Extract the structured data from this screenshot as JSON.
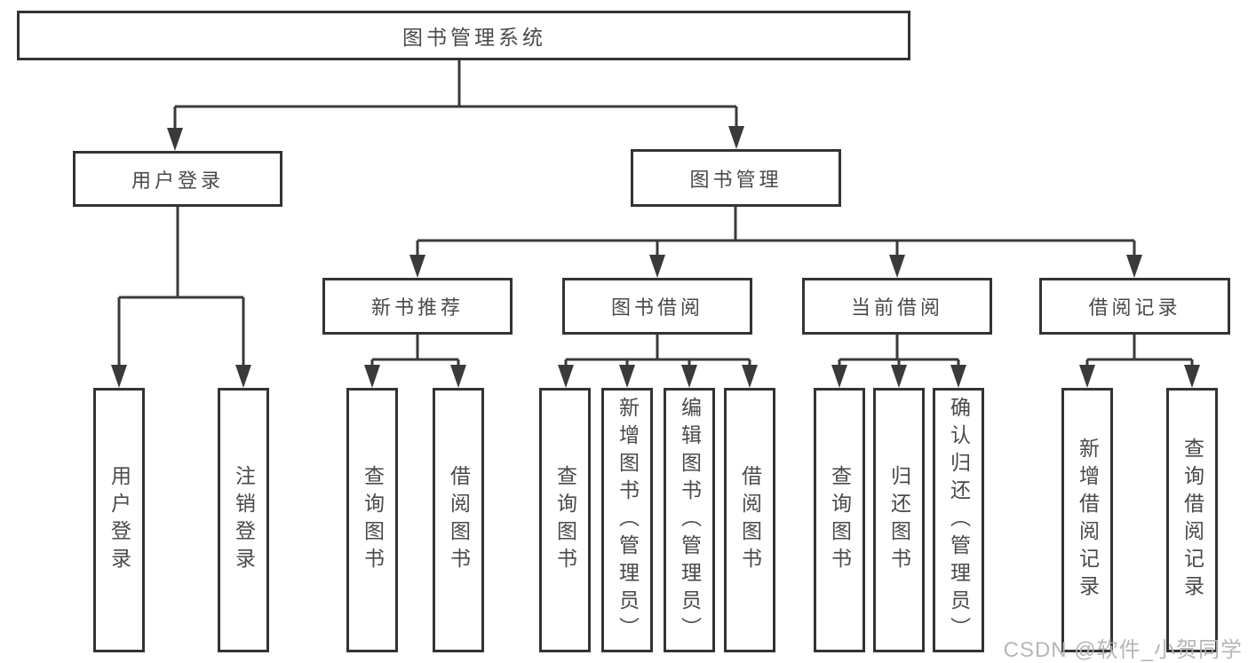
{
  "diagram_title": "图书管理系统",
  "watermark": "CSDN @软件_小贺同学",
  "colors": {
    "line": "#3a3a3a",
    "box_border": "#333333",
    "text": "#4a4a4a",
    "watermark": "#b3b3b3",
    "background": "#ffffff"
  },
  "tree": {
    "label": "图书管理系统",
    "children": [
      {
        "label": "用户登录",
        "children": [
          {
            "label": "用户登录"
          },
          {
            "label": "注销登录"
          }
        ]
      },
      {
        "label": "图书管理",
        "children": [
          {
            "label": "新书推荐",
            "children": [
              {
                "label": "查询图书"
              },
              {
                "label": "借阅图书"
              }
            ]
          },
          {
            "label": "图书借阅",
            "children": [
              {
                "label": "查询图书"
              },
              {
                "label": "新增图书（管理员）"
              },
              {
                "label": "编辑图书（管理员）"
              },
              {
                "label": "借阅图书"
              }
            ]
          },
          {
            "label": "当前借阅",
            "children": [
              {
                "label": "查询图书"
              },
              {
                "label": "归还图书"
              },
              {
                "label": "确认归还（管理员）"
              }
            ]
          },
          {
            "label": "借阅记录",
            "children": [
              {
                "label": "新增借阅记录"
              },
              {
                "label": "查询借阅记录"
              }
            ]
          }
        ]
      }
    ]
  }
}
